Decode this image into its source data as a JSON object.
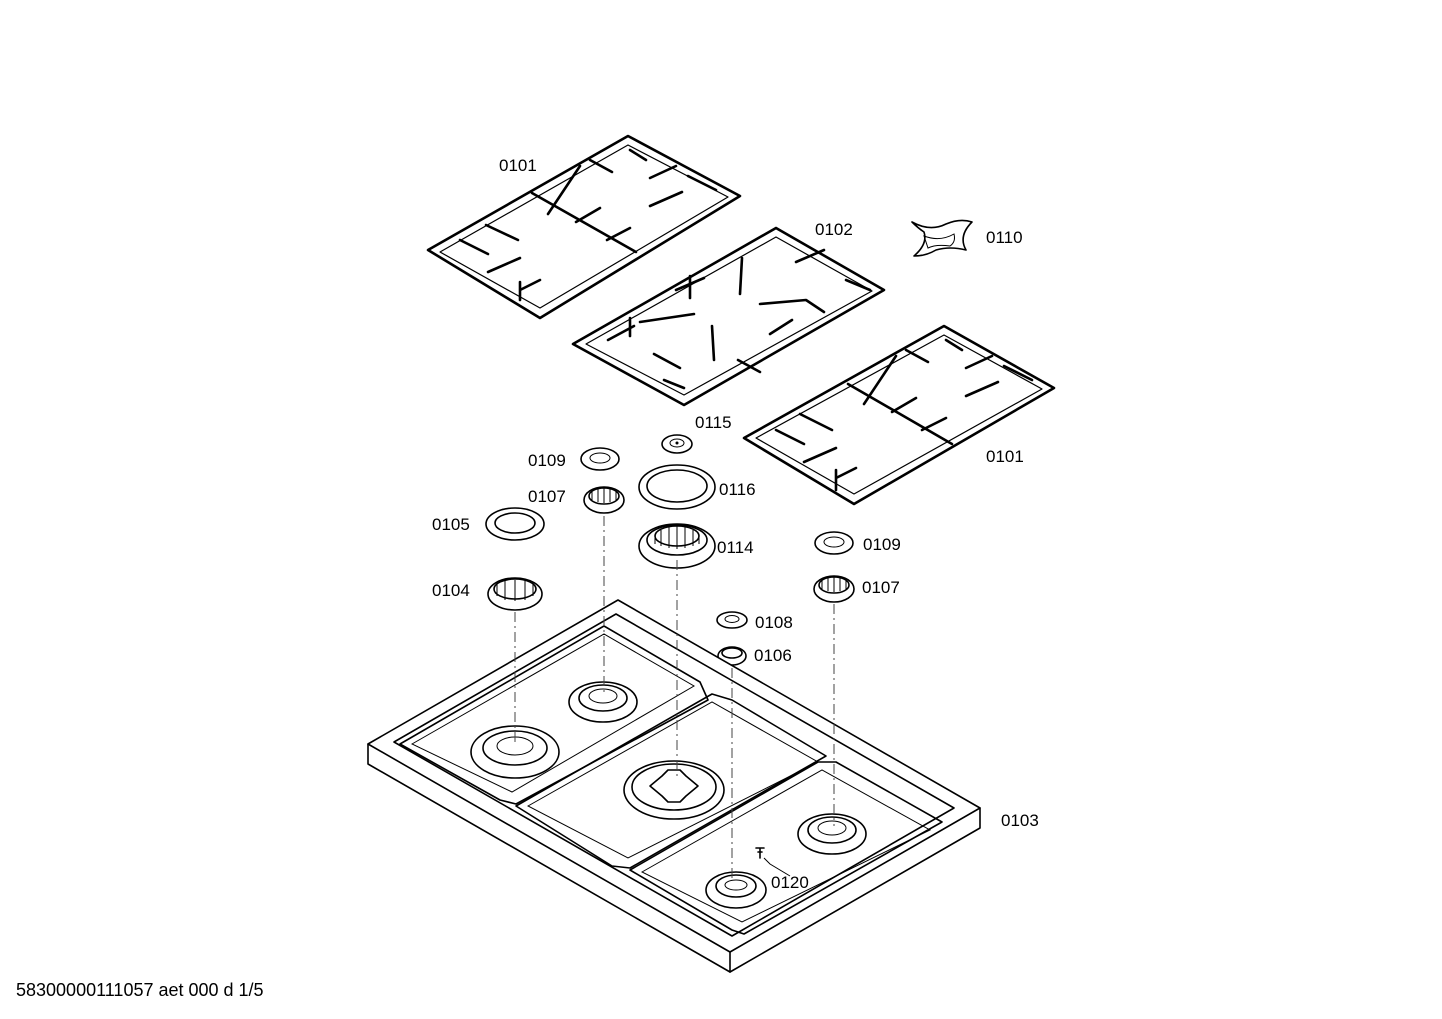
{
  "parts": {
    "grate_left": "0101",
    "grate_middle": "0102",
    "grate_right": "0101",
    "cooktop": "0103",
    "burner_cap_large": "0104",
    "burner_ring_large": "0105",
    "burner_cap_small": "0106",
    "burner_cap_medium_left": "0107",
    "burner_cap_medium_right": "0107",
    "burner_ring_small": "0108",
    "burner_ring_medium_left": "0109",
    "burner_ring_medium_right": "0109",
    "wok_adapter": "0110",
    "wok_burner_body": "0114",
    "wok_inner_cap": "0115",
    "wok_outer_ring": "0116",
    "ignition_plug": "0120"
  },
  "footer": {
    "code": "58300000111057 aet 000 d 1/5"
  }
}
